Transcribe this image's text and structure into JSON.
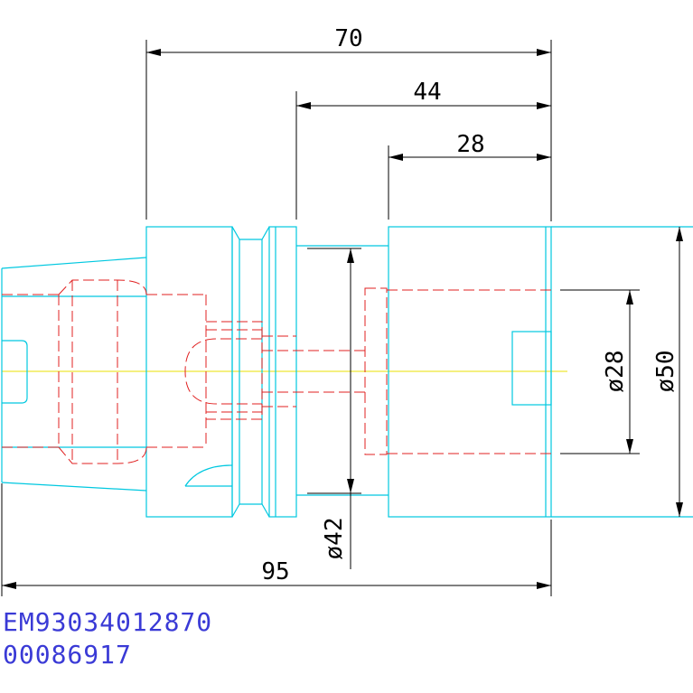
{
  "dimensions": {
    "overall_length_upper": "70",
    "body_length": "44",
    "head_length": "28",
    "overall_length_lower": "95",
    "dia_42": "ø42",
    "dia_28": "ø28",
    "dia_50": "ø50"
  },
  "codes": {
    "article_number": "EM93034012870",
    "serial_number": "00086917"
  },
  "colors": {
    "outline": "#00c8e0",
    "hidden": "#e02020",
    "dimension": "#000000",
    "centerline": "#e8e000",
    "code_text": "#3a3ad6"
  }
}
